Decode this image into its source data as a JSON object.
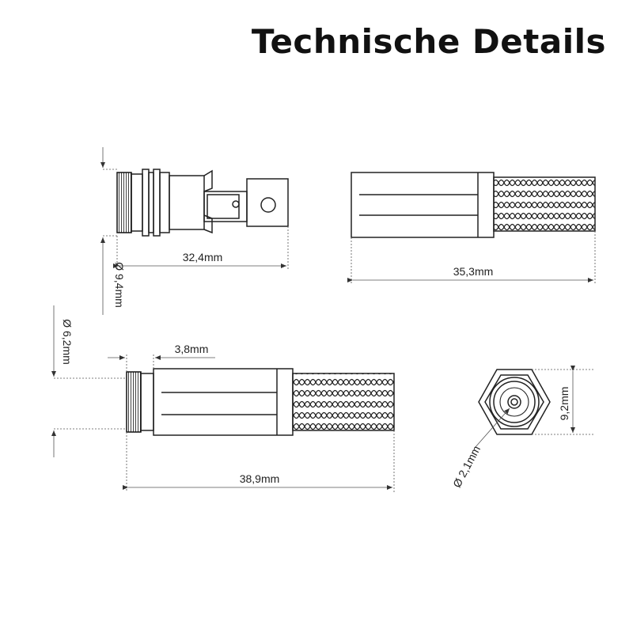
{
  "title": "Technische Details",
  "dimensions": {
    "side_length": "32,4mm",
    "side_diameter": "Ø 9,4mm",
    "top_length": "35,3mm",
    "front_ring_width": "3,8mm",
    "front_diameter": "Ø 6,2mm",
    "front_length": "38,9mm",
    "end_height": "9,2mm",
    "end_hole": "Ø 2,1mm"
  },
  "colors": {
    "line": "#222222",
    "dim_line": "#555555",
    "background": "#ffffff"
  }
}
